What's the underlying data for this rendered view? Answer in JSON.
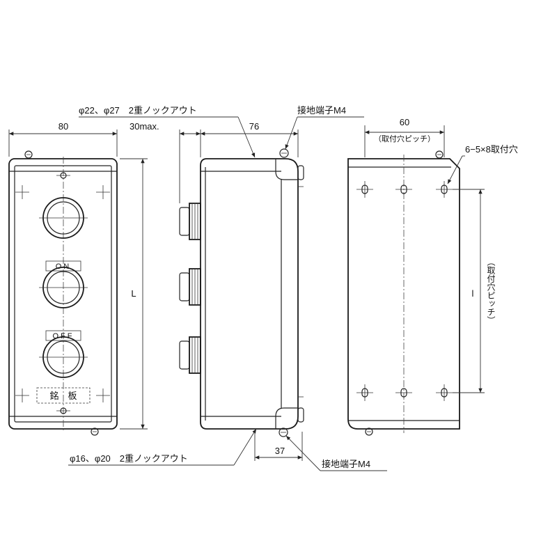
{
  "labels": {
    "front_width": "80",
    "knockout_top": "φ22、φ27　2重ノックアウト",
    "protrusion": "30max.",
    "side_depth": "76",
    "ground_top": "接地端子M4",
    "back_width": "60",
    "back_width_note": "（取付穴ピッチ）",
    "mount_holes": "6−5×8取付穴",
    "length_L": "L",
    "length_l": "l",
    "pitch_vertical": "（取付穴ピッチ）",
    "knockout_bottom": "φ16、φ20　2重ノックアウト",
    "bottom_dim": "37",
    "ground_bottom": "接地端子M4",
    "plate_on": "ON",
    "plate_off": "OFF",
    "nameplate": "銘　板"
  }
}
